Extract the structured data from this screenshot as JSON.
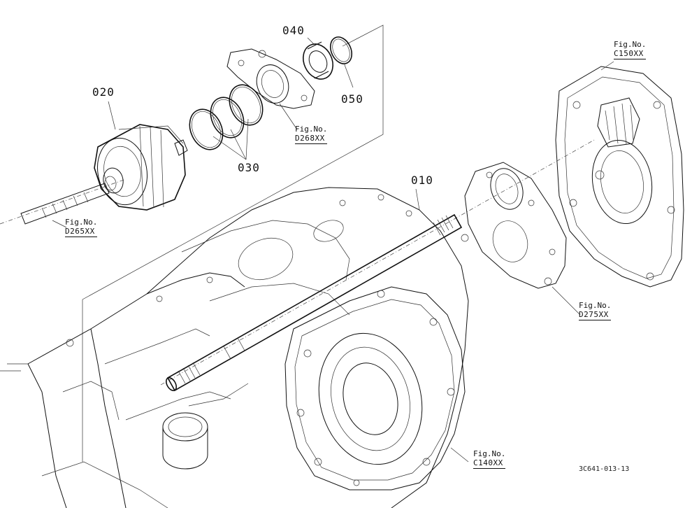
{
  "parts": {
    "p010": "010",
    "p020": "020",
    "p030": "030",
    "p040": "040",
    "p050": "050"
  },
  "figure_refs": {
    "c150": {
      "label": "Fig.No.",
      "code": "C150XX"
    },
    "d268": {
      "label": "Fig.No.",
      "code": "D268XX"
    },
    "d265": {
      "label": "Fig.No.",
      "code": "D265XX"
    },
    "d275": {
      "label": "Fig.No.",
      "code": "D275XX"
    },
    "c140": {
      "label": "Fig.No.",
      "code": "C140XX"
    }
  },
  "drawing_number": "3C641-013-13"
}
